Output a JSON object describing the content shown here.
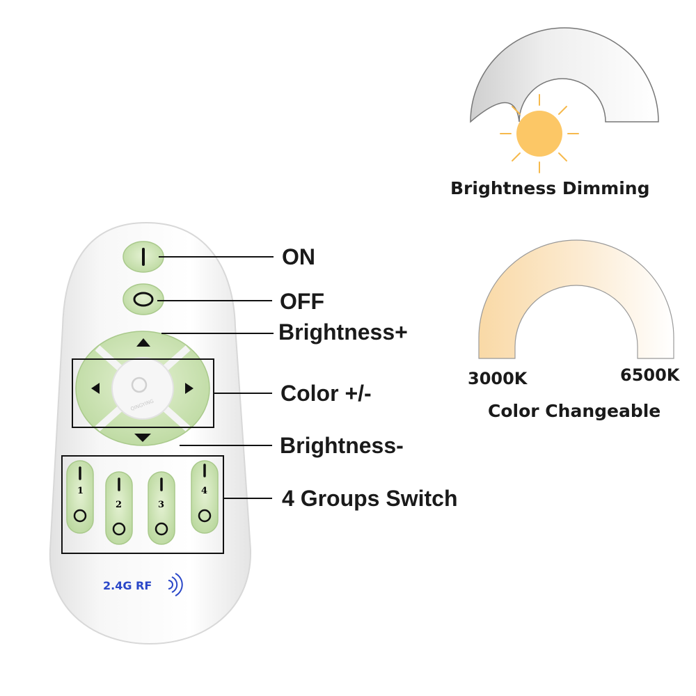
{
  "callouts": {
    "on": "ON",
    "off": "OFF",
    "brightness_up": "Brightness+",
    "color": "Color +/-",
    "brightness_down": "Brightness-",
    "groups": "4 Groups Switch"
  },
  "brightness_panel": {
    "caption": "Brightness Dimming"
  },
  "color_panel": {
    "caption": "Color Changeable",
    "warm_label": "3000K",
    "cool_label": "6500K",
    "warm_color": "#f9d9a6",
    "cool_color": "#ffffff"
  },
  "remote": {
    "group_numbers": [
      "1",
      "2",
      "3",
      "4"
    ],
    "rf_label": "2.4G RF",
    "center_logo": "QINGYING",
    "button_color": "#cfe6b4",
    "body_color": "#f4f4f4"
  },
  "icons": {
    "sun": "sun-icon",
    "wireless": "wireless-signal-icon"
  }
}
